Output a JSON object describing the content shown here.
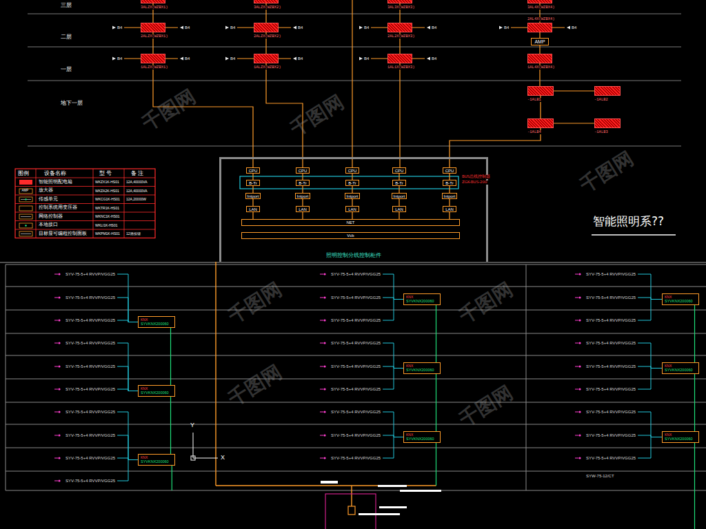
{
  "diagram": {
    "title": "智能照明系??",
    "caption": "照明控制分线控制柜件",
    "nodes": [
      {
        "text": [
          "3ALZX(WZBX1)"
        ]
      },
      {
        "text": [
          "3ALZX(WZBX2)"
        ]
      },
      {
        "text": [
          "3AL3X(WZBX3)"
        ]
      },
      {
        "text": [
          "3AL4X(WZBX4)"
        ]
      },
      {
        "text": [
          "2ALZX(WZBX1)"
        ]
      },
      {
        "text": [
          "2ALZX(WZBX2)"
        ]
      },
      {
        "text": [
          "2AL2X(WZBX3)"
        ]
      },
      {
        "text": [
          "2AL4X(WZBX4)"
        ]
      },
      {
        "text": [
          "AMP"
        ]
      },
      {
        "text": [
          "1ALZX(WZBX1)"
        ]
      },
      {
        "text": [
          "1ALZX(WZBX2)"
        ]
      },
      {
        "text": [
          "1AL1X(WZBX3)"
        ]
      },
      {
        "text": [
          "1AL4X(WZBX4)"
        ]
      },
      {
        "text": [
          "-1ALB1"
        ]
      },
      {
        "text": [
          "-1ALB2"
        ]
      },
      {
        "text": [
          "-1ALB4"
        ]
      },
      {
        "text": [
          "-1ALB3"
        ]
      },
      {
        "text": [
          "照明控制分线控制柜件"
        ]
      },
      {
        "text": [
          "CPU"
        ],
        "in": 17
      },
      {
        "text": [
          "CPU"
        ],
        "in": 17
      },
      {
        "text": [
          "CPU"
        ],
        "in": 17
      },
      {
        "text": [
          "CPU"
        ],
        "in": 17
      },
      {
        "text": [
          "CPU"
        ],
        "in": 17
      },
      {
        "text": [
          "B-Tr"
        ],
        "in": 17
      },
      {
        "text": [
          "B-Tr"
        ],
        "in": 17
      },
      {
        "text": [
          "B-Tr"
        ],
        "in": 17
      },
      {
        "text": [
          "B-Tr"
        ],
        "in": 17
      },
      {
        "text": [
          "B-Tr"
        ],
        "in": 17
      },
      {
        "text": [
          "Intport"
        ],
        "in": 17
      },
      {
        "text": [
          "Intport"
        ],
        "in": 17
      },
      {
        "text": [
          "Intport"
        ],
        "in": 17
      },
      {
        "text": [
          "Intport"
        ],
        "in": 17
      },
      {
        "text": [
          "Intport"
        ],
        "in": 17
      },
      {
        "text": [
          "LAN"
        ],
        "in": 17
      },
      {
        "text": [
          "LAN"
        ],
        "in": 17
      },
      {
        "text": [
          "LAN"
        ],
        "in": 17
      },
      {
        "text": [
          "LAN"
        ],
        "in": 17
      },
      {
        "text": [
          "LAN"
        ],
        "in": 17
      },
      {
        "text": [
          "NET"
        ],
        "in": 17
      },
      {
        "text": [
          "Vcb"
        ],
        "in": 17
      },
      {
        "text": [
          "KNX",
          "SYVKNX200060"
        ]
      },
      {
        "text": [
          "KNX",
          "SYVKNX200060"
        ]
      },
      {
        "text": [
          "KNX",
          "SYVKNX200060"
        ]
      },
      {
        "text": [
          "KNX",
          "SYVKNX200060"
        ]
      },
      {
        "text": [
          "KNX",
          "SYVKNX200060"
        ]
      },
      {
        "text": [
          "KNX",
          "SYVKNX200060"
        ]
      },
      {
        "text": [
          "KNX",
          "SYVKNX200060"
        ]
      },
      {
        "text": [
          "KNX",
          "SYVKNX200060"
        ]
      },
      {
        "text": [
          "KNX",
          "SYVKNX200060"
        ]
      }
    ],
    "edges": [
      {
        "from": 0,
        "to": 4,
        "arrow": "none"
      },
      {
        "from": 4,
        "to": 9,
        "arrow": "none"
      },
      {
        "from": 1,
        "to": 5,
        "arrow": "none"
      },
      {
        "from": 5,
        "to": 10,
        "arrow": "none"
      },
      {
        "from": 2,
        "to": 6,
        "arrow": "none"
      },
      {
        "from": 6,
        "to": 11,
        "arrow": "none"
      },
      {
        "from": 3,
        "to": 7,
        "arrow": "none"
      },
      {
        "from": 7,
        "to": 8,
        "arrow": "none"
      },
      {
        "from": 8,
        "to": 12,
        "arrow": "none"
      },
      {
        "from": 12,
        "to": 13,
        "arrow": "none"
      },
      {
        "from": 13,
        "to": 14,
        "arrow": "none"
      },
      {
        "from": 13,
        "to": 15,
        "arrow": "none"
      },
      {
        "from": 15,
        "to": 16,
        "arrow": "none"
      },
      {
        "from": 9,
        "to": 18,
        "arrow": "none"
      },
      {
        "from": 10,
        "to": 19,
        "arrow": "none"
      },
      {
        "from": 11,
        "to": 21,
        "arrow": "none"
      },
      {
        "from": 15,
        "to": 22,
        "arrow": "none"
      },
      {
        "from": 18,
        "to": 23,
        "arrow": "none"
      },
      {
        "from": 19,
        "to": 24,
        "arrow": "none"
      },
      {
        "from": 20,
        "to": 25,
        "arrow": "none"
      },
      {
        "from": 21,
        "to": 26,
        "arrow": "none"
      },
      {
        "from": 22,
        "to": 27,
        "arrow": "none"
      },
      {
        "from": 23,
        "to": 28,
        "arrow": "none"
      },
      {
        "from": 24,
        "to": 29,
        "arrow": "none"
      },
      {
        "from": 25,
        "to": 30,
        "arrow": "none"
      },
      {
        "from": 26,
        "to": 31,
        "arrow": "none"
      },
      {
        "from": 27,
        "to": 32,
        "arrow": "none"
      },
      {
        "from": 28,
        "to": 33,
        "arrow": "none"
      },
      {
        "from": 29,
        "to": 34,
        "arrow": "none"
      },
      {
        "from": 30,
        "to": 35,
        "arrow": "none"
      },
      {
        "from": 31,
        "to": 36,
        "arrow": "none"
      },
      {
        "from": 32,
        "to": 37,
        "arrow": "none"
      },
      {
        "from": 33,
        "to": 38,
        "arrow": "none"
      },
      {
        "from": 34,
        "to": 38,
        "arrow": "none"
      },
      {
        "from": 35,
        "to": 38,
        "arrow": "none"
      },
      {
        "from": 36,
        "to": 38,
        "arrow": "none"
      },
      {
        "from": 37,
        "to": 38,
        "arrow": "none"
      },
      {
        "from": 42,
        "to": 45,
        "arrow": "none"
      },
      {
        "from": 45,
        "to": 48,
        "arrow": "none"
      },
      {
        "from": 40,
        "to": 43,
        "arrow": "none"
      },
      {
        "from": 43,
        "to": 46,
        "arrow": "none"
      },
      {
        "from": 41,
        "to": 44,
        "arrow": "none"
      },
      {
        "from": 44,
        "to": 47,
        "arrow": "none"
      }
    ],
    "labels": [
      "三层",
      "二层",
      "一层",
      "地下一层",
      "B4",
      "B4",
      "B4",
      "B4",
      "B4",
      "B4",
      "B4",
      "B4",
      "B4",
      "B4",
      "B4",
      "B4",
      "B4",
      "B4",
      "图例",
      "设备名称",
      "型 号",
      "备 注",
      "WKZX1K-HS01",
      "WKZA2K-HS01",
      "WKCG1K-HS01",
      "WKTR1K-HS01",
      "WKNC1K-HS01",
      "WKLI1K-HS01",
      "WKPM1K-HS01",
      "12A,40000VA",
      "12A,40000VA",
      "12A,20000W",
      "12路按键",
      "AMP",
      "BUS总线控制器",
      "ZGK-BUS-200",
      "SYV-75-5+4 RVVP/VGG25",
      "SYV-75-5+4 RVVP/VGG25",
      "SYV-75-5+4 RVVP/VGG25",
      "SYV-75-5+4 RVVP/VGG25",
      "SYV-75-5+4 RVVP/VGG25",
      "SYV-75-5+4 RVVP/VGG25",
      "SYV-75-5+4 RVVP/VGG25",
      "SYV-75-5+4 RVVP/VGG25",
      "SYV-75-5+4 RVVP/VGG25",
      "SYV-75-5+4 RVVP/VGG25",
      "SYV-75-5+4 RVVP/VGG25",
      "SYV-75-5+4 RVVP/VGG25",
      "SYV-75-5+4 RVVP/VGG25",
      "SYV-75-5+4 RVVP/VGG25",
      "SYV-75-5+4 RVVP/VGG25",
      "SYV-75-5+4 RVVP/VGG25",
      "SYV-75-5+4 RVVP/VGG25",
      "SYV-75-5+4 RVVP/VGG25",
      "SYV-75-5+4 RVVP/VGG25",
      "SYV-75-5+4 RVVP/VGG25",
      "SYV-75-5+4 RVVP/VGG25",
      "SYV-75-5+4 RVVP/VGG25",
      "SYV-75-5+4 RVVP/VGG25",
      "SYV-75-5+4 RVVP/VGG25",
      "SYV-75-5+4 RVVP/VGG25",
      "SYV-75-5+4 RVVP/VGG25",
      "SYV-75-5+4 RVVP/VGG25",
      "SYV-75-5+4 RVVP/VGG25",
      "SYW-75-12/CT",
      "Y",
      "X",
      "千图网",
      "千图网",
      "千图网",
      "千图网",
      "千图网",
      "千图网",
      "千图网"
    ],
    "legend": [
      {
        "text": "智能照明配电箱",
        "color": "#ff2b2b"
      },
      {
        "text": "放大器"
      },
      {
        "text": "传感单元"
      },
      {
        "text": "控制系统用变压器"
      },
      {
        "text": "网络控制器"
      },
      {
        "text": "本地接口"
      },
      {
        "text": "目标显可编程控制面板"
      }
    ]
  }
}
